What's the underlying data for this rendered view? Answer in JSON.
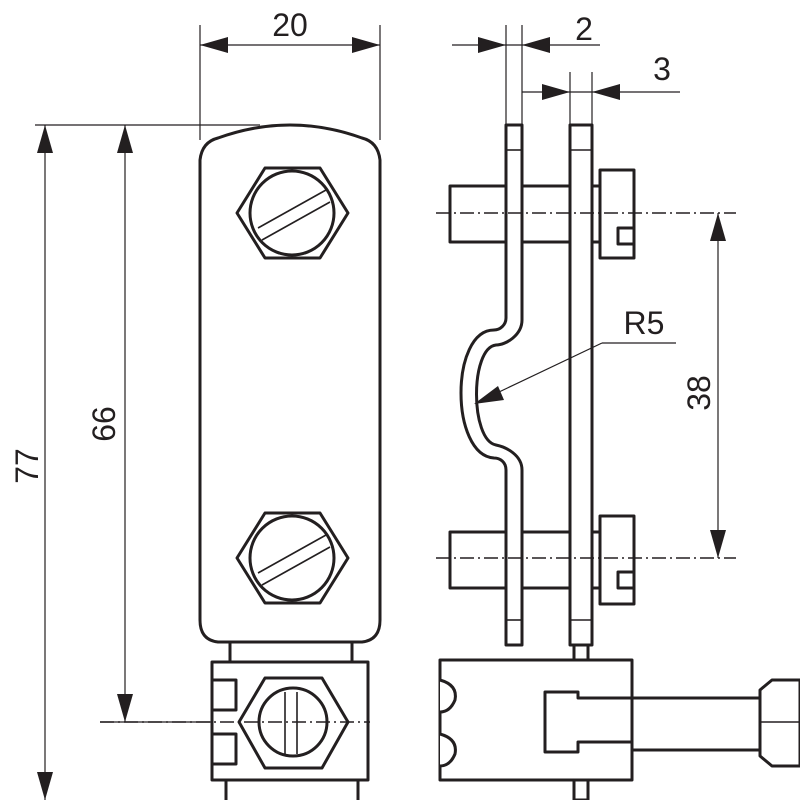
{
  "drawing": {
    "colors": {
      "line": "#231f20",
      "background": "#ffffff"
    },
    "dimensions": {
      "width": "20",
      "tab_thickness": "2",
      "gap": "3",
      "overall_height": "77",
      "hole_spacing_outer": "66",
      "bolt_spacing": "38",
      "bend_radius": "R5"
    }
  }
}
